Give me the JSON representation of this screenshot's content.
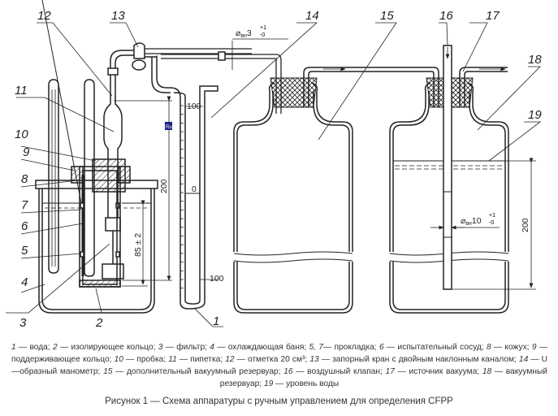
{
  "figure": {
    "callouts": [
      "1",
      "2",
      "3",
      "4",
      "5",
      "6",
      "7",
      "8",
      "9",
      "10",
      "11",
      "12",
      "13",
      "14",
      "15",
      "16",
      "17",
      "18",
      "19"
    ],
    "dimensions": {
      "tube_diameter": {
        "prefix": "⌀",
        "sub": "вн",
        "value": "3",
        "tol_upper": "+1",
        "tol_lower": "-0"
      },
      "valve_diameter": {
        "prefix": "⌀",
        "sub": "вн",
        "value": "10",
        "tol_upper": "+1",
        "tol_lower": "-0"
      },
      "manometer_height": "200",
      "bath_depth": "85 ± 2",
      "reservoir_height": "200",
      "scale_top": "100",
      "scale_zero": "0",
      "scale_bottom": "100",
      "badge": "Ru"
    },
    "colors": {
      "line": "#222222",
      "badge_bg": "#1a237e",
      "badge_fg": "#ffffff"
    }
  },
  "legend": [
    {
      "n": "1",
      "text": " — вода; "
    },
    {
      "n": "2",
      "text": " — изолирующее кольцо; "
    },
    {
      "n": "3",
      "text": " — фильтр; "
    },
    {
      "n": "4",
      "text": " — охлаждающая баня; "
    },
    {
      "n": "5, 7",
      "text": "— прокладка; "
    },
    {
      "n": "6",
      "text": " — испытательный сосуд; "
    },
    {
      "n": "8",
      "text": " — кожух; "
    },
    {
      "n": "9",
      "text": " — поддерживающее кольцо; "
    },
    {
      "n": "10",
      "text": " — пробка; "
    },
    {
      "n": "11",
      "text": " — пипетка; "
    },
    {
      "n": "12",
      "text": " — отметка 20 см³; "
    },
    {
      "n": "13",
      "text": " — запорный кран с двойным наклонным каналом; "
    },
    {
      "n": "14",
      "text": " — U—образный манометр; "
    },
    {
      "n": "15",
      "text": " — дополнительный вакуумный резервуар; "
    },
    {
      "n": "16",
      "text": " — воздушный клапан; "
    },
    {
      "n": "17",
      "text": " — источник вакуума; "
    },
    {
      "n": "18",
      "text": " — вакуумный резервуар; "
    },
    {
      "n": "19",
      "text": " — уровень воды"
    }
  ],
  "caption": "Рисунок 1 — Схема аппаратуры с ручным управлением для определения CFPP"
}
